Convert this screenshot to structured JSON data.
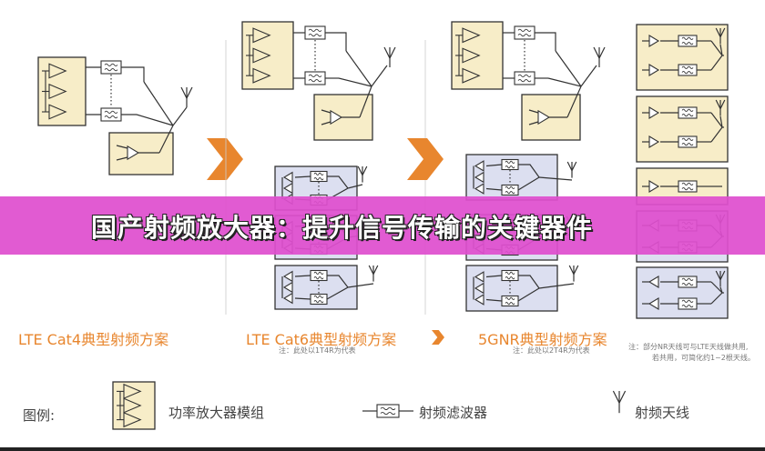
{
  "title": "国产射频放大器：提升信号传输的关键器件",
  "captions": {
    "cat4": "LTE Cat4典型射频方案",
    "cat6": "LTE Cat6典型射频方案",
    "cat6_note": "注：此处以1T4R为代表",
    "nr": "5GNR典型射频方案",
    "nr_note": "注：此处以2T4R为代表",
    "side_note_1": "注：部分NR天线可与LTE天线做共用,",
    "side_note_2": "若共用，可简化约1~2根天线。"
  },
  "legend": {
    "heading": "图例:",
    "amp": "功率放大器模组",
    "filter": "射频滤波器",
    "antenna": "射频天线"
  },
  "colors": {
    "cream": "#f7edc8",
    "lavender": "#dcdff0",
    "arrow_orange": "#e8862e",
    "caption_orange": "#e8862e",
    "banner": "#df4fcf",
    "stroke": "#333333"
  }
}
